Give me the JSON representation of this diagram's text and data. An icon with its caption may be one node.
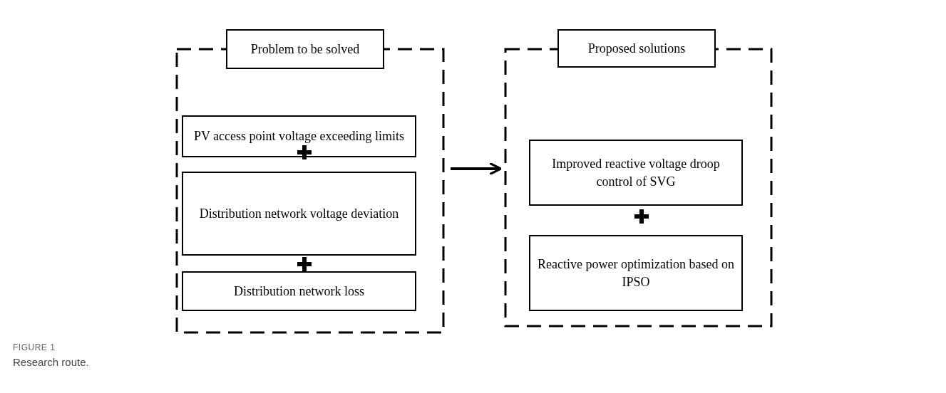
{
  "diagram": {
    "caption": "Research route.",
    "nodes": [
      {
        "text": [
          "Problem to be solved"
        ]
      },
      {
        "text": [
          "PV access point voltage exceeding limits"
        ],
        "in": 0
      },
      {
        "text": [
          "Distribution network voltage deviation"
        ],
        "in": 0
      },
      {
        "text": [
          "Distribution network loss"
        ],
        "in": 0
      },
      {
        "text": [
          "Proposed solutions"
        ]
      },
      {
        "text": [
          "Improved reactive voltage droop control of SVG"
        ],
        "in": 4
      },
      {
        "text": [
          "Reactive power optimization based on IPSO"
        ],
        "in": 4
      }
    ],
    "edges": [
      {
        "from": 0,
        "to": 4,
        "arrow": "to"
      }
    ],
    "labels": [
      "FIGURE 1"
    ]
  }
}
